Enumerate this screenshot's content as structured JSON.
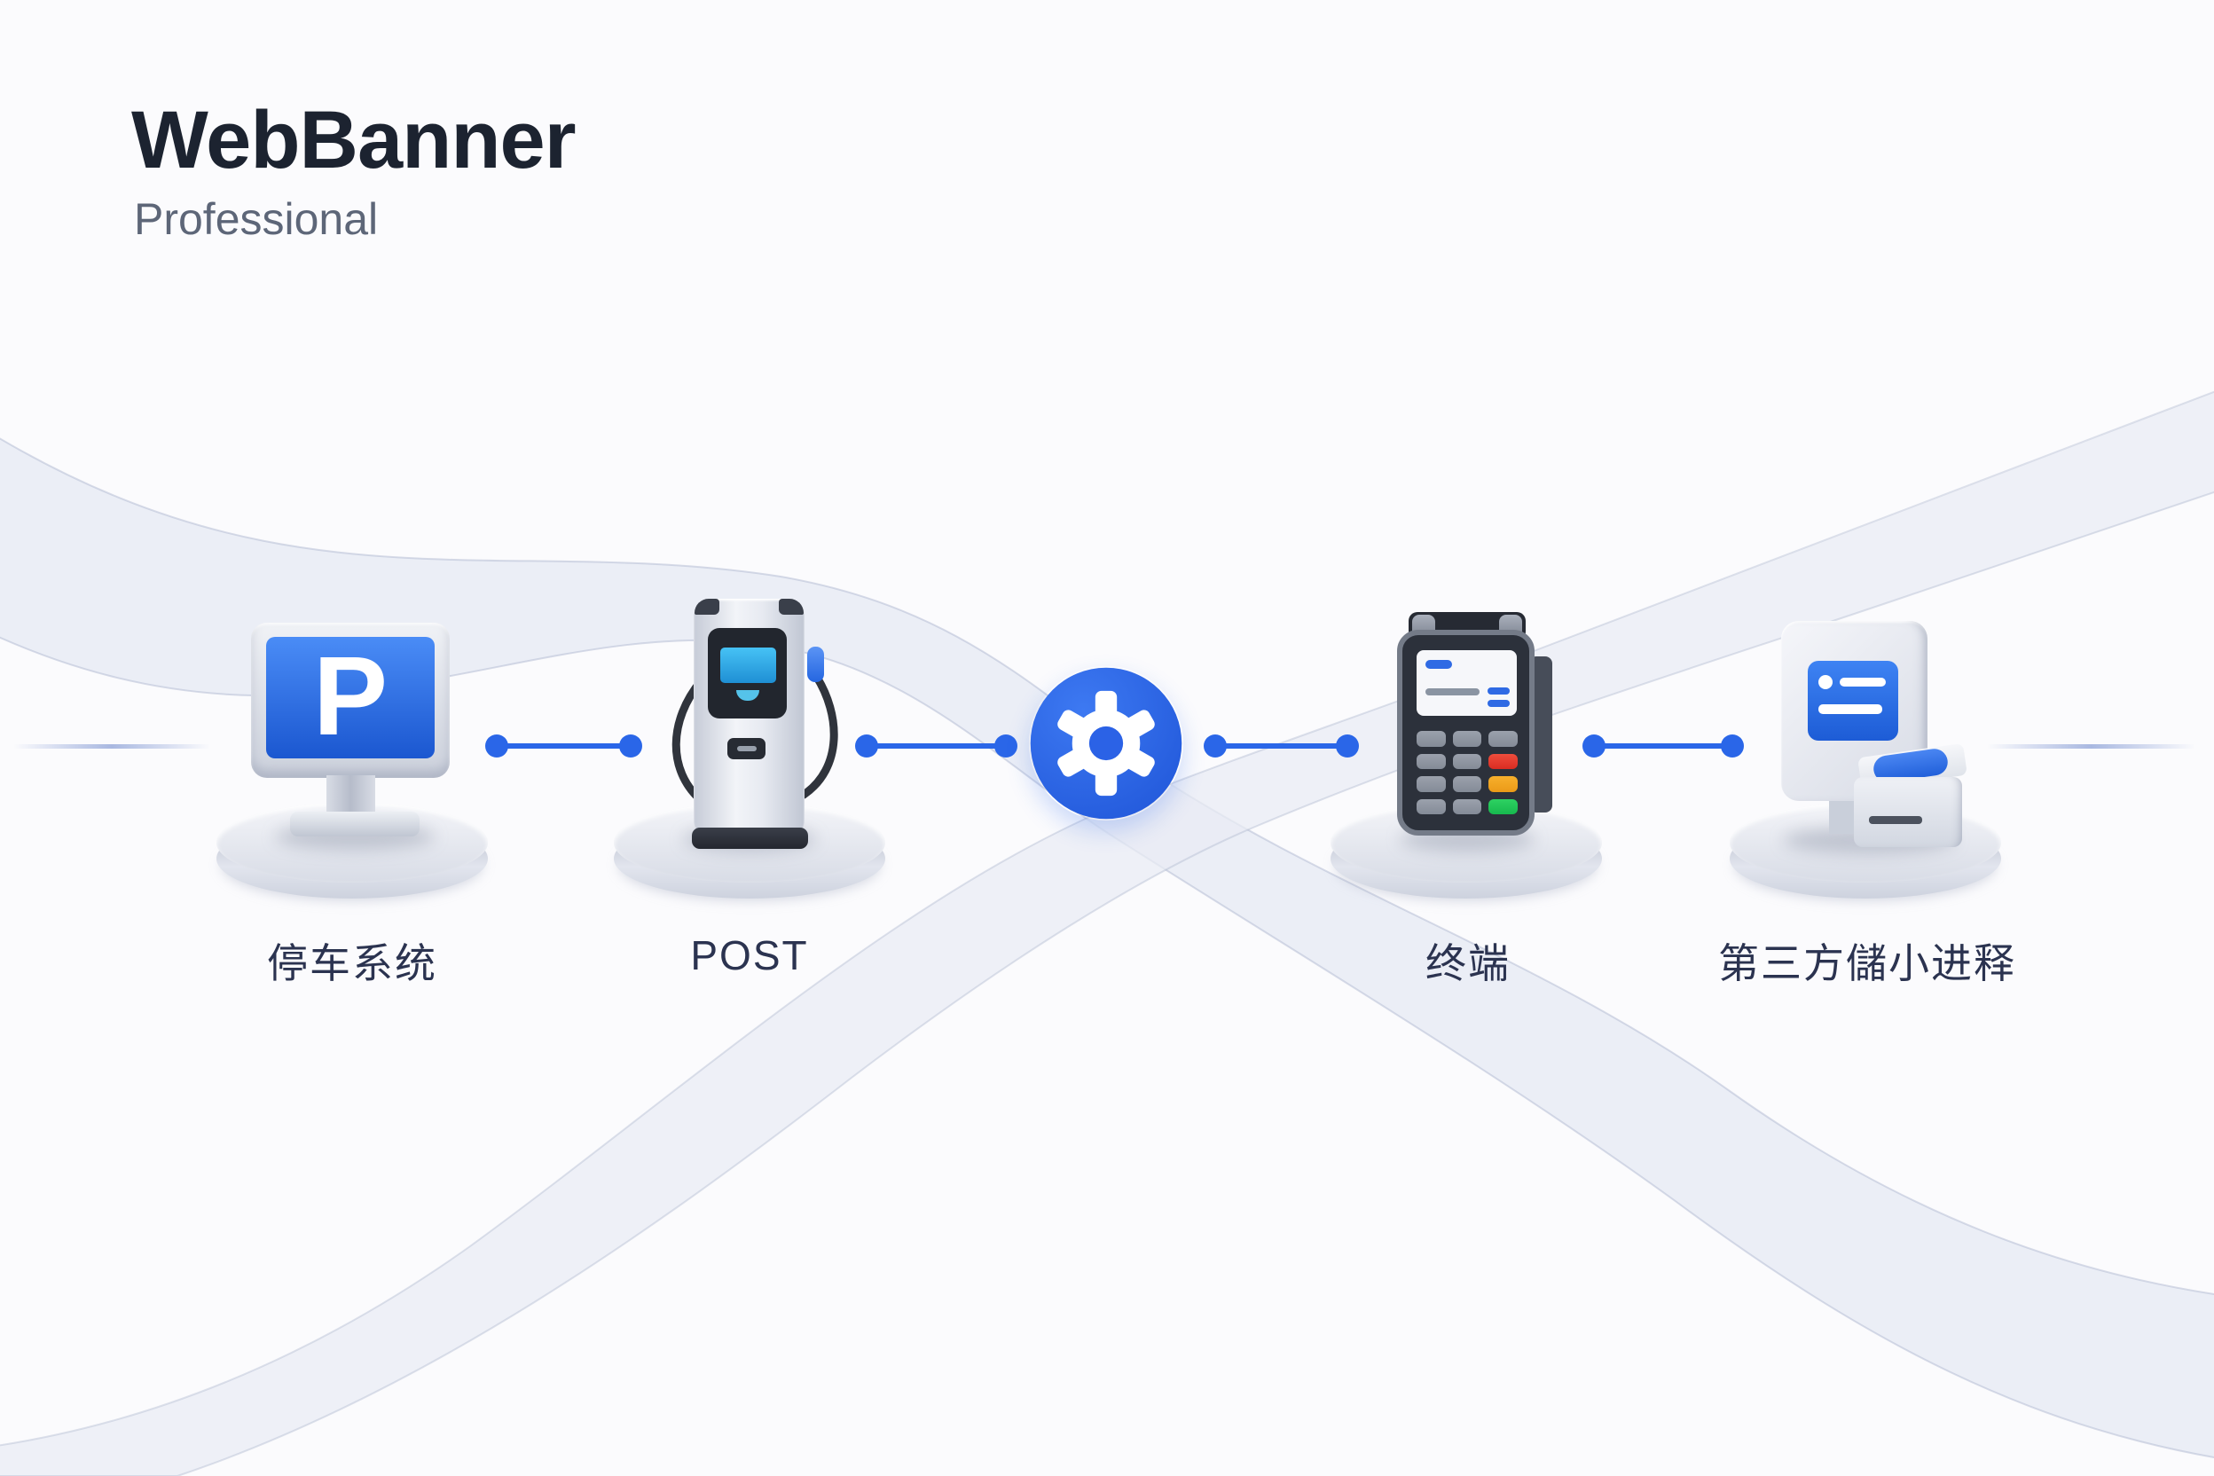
{
  "header": {
    "title": "WebBanner",
    "subtitle": "Professional"
  },
  "flow": {
    "hub_icon": "gear-icon",
    "nodes": [
      {
        "label": "停车系统",
        "icon": "parking-monitor-icon",
        "monitor_letter": "P"
      },
      {
        "label": "POST",
        "icon": "charging-post-icon"
      },
      {
        "label": "终端",
        "icon": "pos-terminal-icon"
      },
      {
        "label": "第三方儲小进释",
        "icon": "tablet-printer-icon"
      }
    ]
  },
  "colors": {
    "accent_blue": "#2a66e8",
    "hub_blue": "#2b64e9",
    "monitor_screen_blue": "#2f6fe0",
    "kiosk_screen_cyan": "#35b6f0",
    "key_red": "#e8392f",
    "key_yellow": "#f5a623",
    "key_green": "#22c55e",
    "title_text": "#1c2330",
    "subtitle_text": "#5d6678",
    "label_text": "#2b3350",
    "background": "#fbfbfd"
  }
}
